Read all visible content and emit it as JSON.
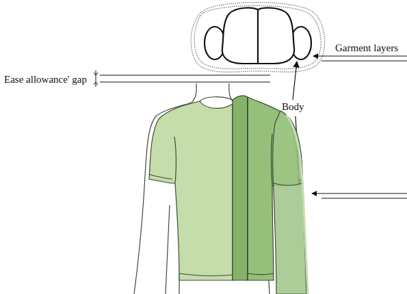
{
  "diagram": {
    "labels": [
      "Ease allowance' gap",
      "Garment layers",
      "Body"
    ]
  }
}
